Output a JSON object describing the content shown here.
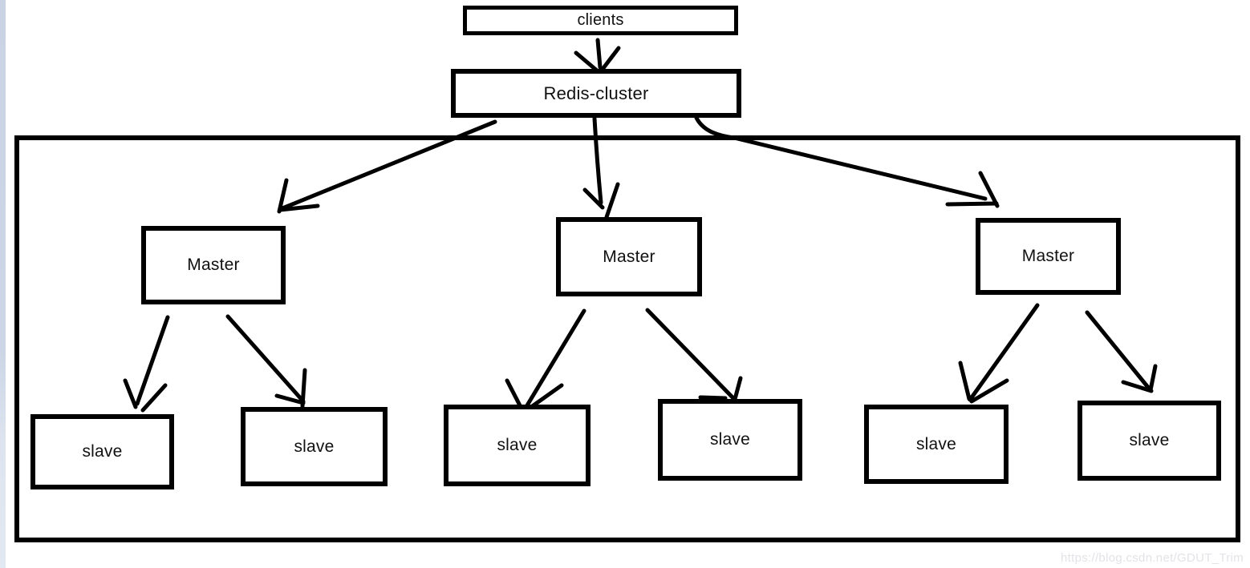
{
  "diagram": {
    "clients": {
      "label": "clients"
    },
    "redis_cluster": {
      "label": "Redis-cluster"
    },
    "masters": [
      {
        "label": "Master"
      },
      {
        "label": "Master"
      },
      {
        "label": "Master"
      }
    ],
    "slaves": [
      {
        "label": "slave"
      },
      {
        "label": "slave"
      },
      {
        "label": "slave"
      },
      {
        "label": "slave"
      },
      {
        "label": "slave"
      },
      {
        "label": "slave"
      }
    ],
    "watermark": "https://blog.csdn.net/GDUT_Trim",
    "colors": {
      "stroke": "#000000",
      "background": "#ffffff",
      "watermark_text": "#e2e3e7",
      "left_strip_top": "#c9d3e4",
      "left_strip_bottom": "#e3e9f2"
    }
  }
}
